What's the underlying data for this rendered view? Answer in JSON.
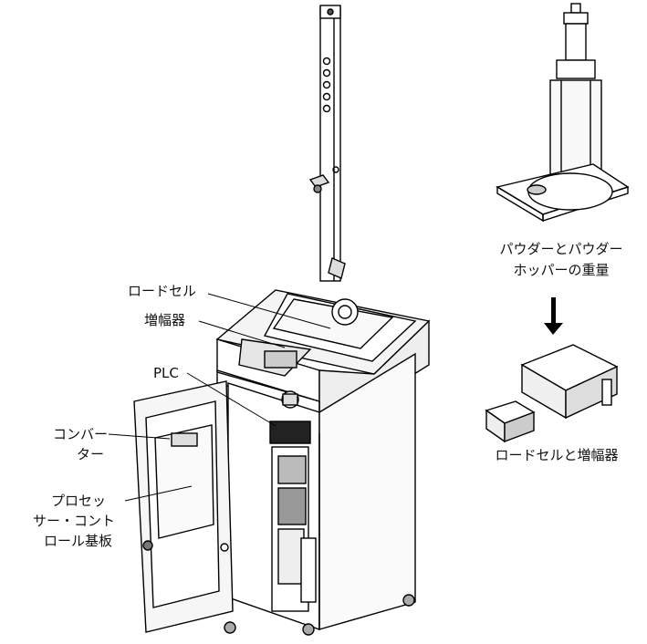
{
  "labels": {
    "load_cell": "ロードセル",
    "amplifier": "増幅器",
    "plc": "PLC",
    "converter_1": "コンバー",
    "converter_2": "ター",
    "processor_1": "プロセッ",
    "processor_2": "サー・コント",
    "processor_3": "ロール基板",
    "weight_1": "パウダーとパウダー",
    "weight_2": "ホッパーの重量",
    "load_cell_amp": "ロードセルと増幅器"
  },
  "colors": {
    "line": "#000000",
    "panel": "#f2f2f2",
    "shade": "#cfcfcf"
  }
}
